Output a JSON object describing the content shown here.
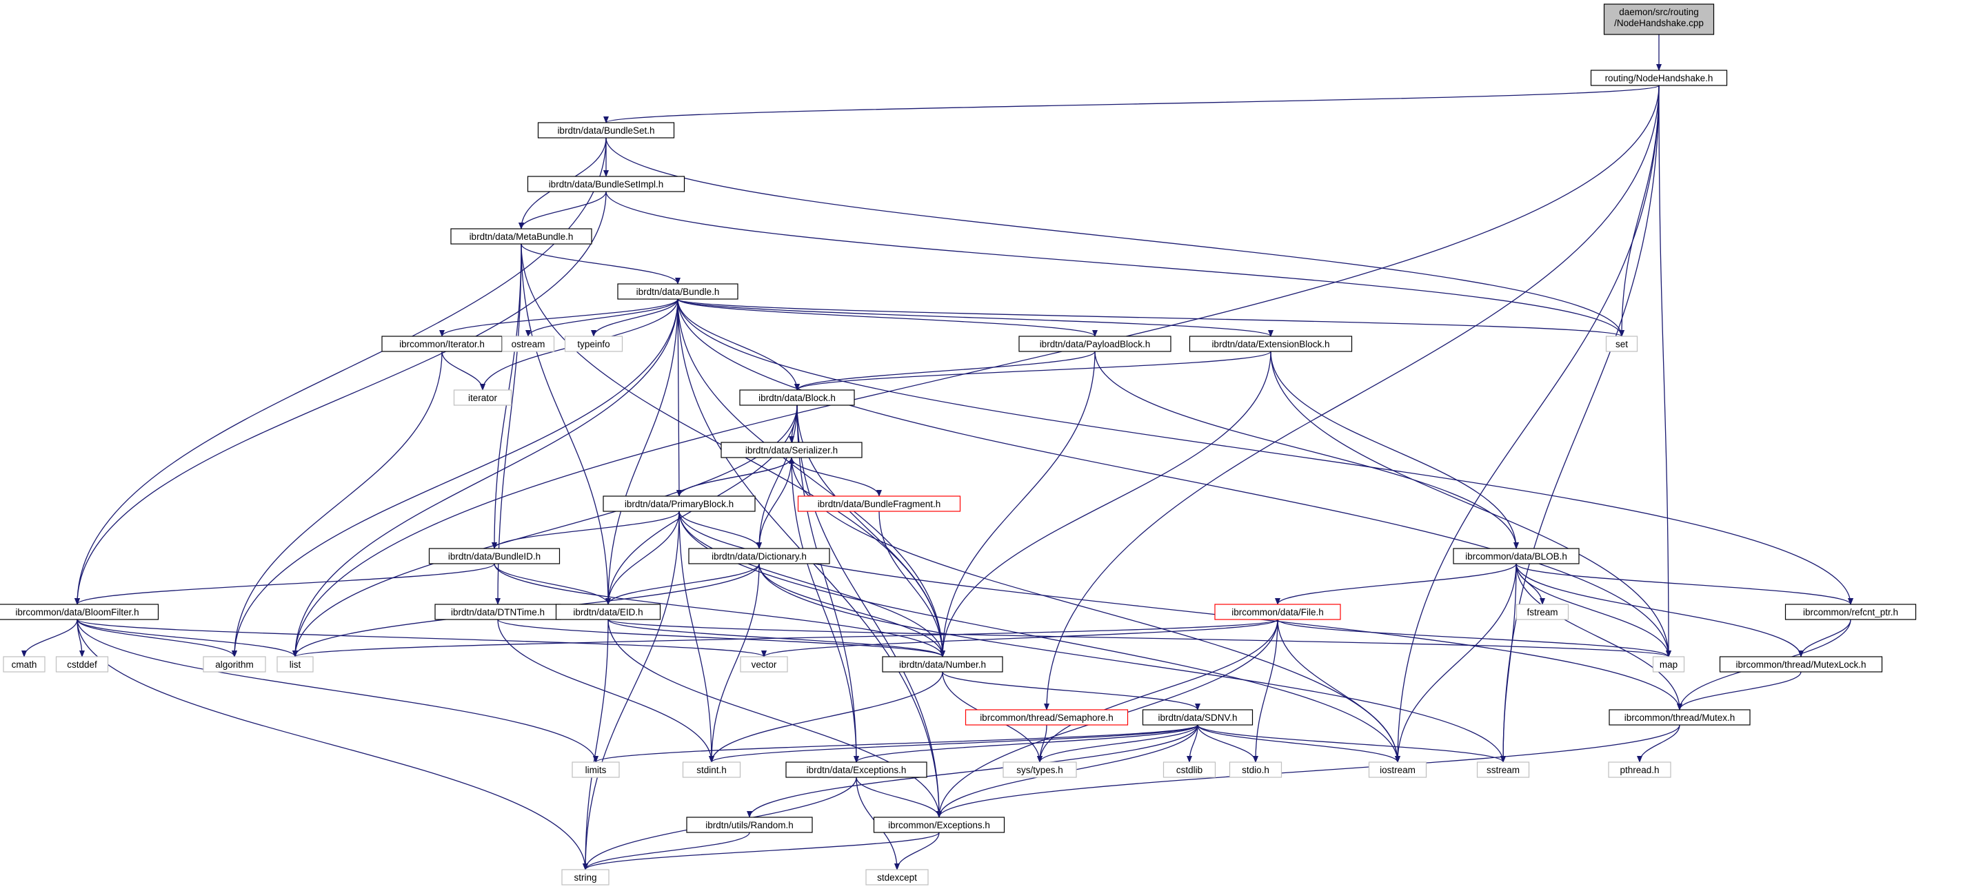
{
  "colors": {
    "edge": "#191970",
    "box_border": "#000000",
    "box_fill": "#ffffff",
    "root_fill": "#bfbfbf",
    "truncated_border": "#ff0000",
    "system_border": "#bfbfbf"
  },
  "nodes": [
    {
      "id": "root",
      "label": "daemon/src/routing\n/NodeHandshake.cpp",
      "kind": "root"
    },
    {
      "id": "nh",
      "label": "routing/NodeHandshake.h",
      "kind": "header"
    },
    {
      "id": "bundleset",
      "label": "ibrdtn/data/BundleSet.h",
      "kind": "header"
    },
    {
      "id": "bundlesetimpl",
      "label": "ibrdtn/data/BundleSetImpl.h",
      "kind": "header"
    },
    {
      "id": "metabundle",
      "label": "ibrdtn/data/MetaBundle.h",
      "kind": "header"
    },
    {
      "id": "bundle",
      "label": "ibrdtn/data/Bundle.h",
      "kind": "header"
    },
    {
      "id": "iteratorh",
      "label": "ibrcommon/Iterator.h",
      "kind": "header"
    },
    {
      "id": "ostream",
      "label": "ostream",
      "kind": "system"
    },
    {
      "id": "typeinfo",
      "label": "typeinfo",
      "kind": "system"
    },
    {
      "id": "payload",
      "label": "ibrdtn/data/PayloadBlock.h",
      "kind": "header"
    },
    {
      "id": "extblock",
      "label": "ibrdtn/data/ExtensionBlock.h",
      "kind": "header"
    },
    {
      "id": "set",
      "label": "set",
      "kind": "system"
    },
    {
      "id": "iterator",
      "label": "iterator",
      "kind": "system"
    },
    {
      "id": "block",
      "label": "ibrdtn/data/Block.h",
      "kind": "header"
    },
    {
      "id": "serializer",
      "label": "ibrdtn/data/Serializer.h",
      "kind": "header"
    },
    {
      "id": "primary",
      "label": "ibrdtn/data/PrimaryBlock.h",
      "kind": "header"
    },
    {
      "id": "fragment",
      "label": "ibrdtn/data/BundleFragment.h",
      "kind": "truncated"
    },
    {
      "id": "bundleid",
      "label": "ibrdtn/data/BundleID.h",
      "kind": "header"
    },
    {
      "id": "dictionary",
      "label": "ibrdtn/data/Dictionary.h",
      "kind": "header"
    },
    {
      "id": "blob",
      "label": "ibrcommon/data/BLOB.h",
      "kind": "header"
    },
    {
      "id": "bloom",
      "label": "ibrcommon/data/BloomFilter.h",
      "kind": "header"
    },
    {
      "id": "dtntime",
      "label": "ibrdtn/data/DTNTime.h",
      "kind": "header"
    },
    {
      "id": "eid",
      "label": "ibrdtn/data/EID.h",
      "kind": "header"
    },
    {
      "id": "file",
      "label": "ibrcommon/data/File.h",
      "kind": "truncated"
    },
    {
      "id": "fstream",
      "label": "fstream",
      "kind": "system"
    },
    {
      "id": "refcnt",
      "label": "ibrcommon/refcnt_ptr.h",
      "kind": "header"
    },
    {
      "id": "cmath",
      "label": "cmath",
      "kind": "system"
    },
    {
      "id": "cstddef",
      "label": "cstddef",
      "kind": "system"
    },
    {
      "id": "algorithm",
      "label": "algorithm",
      "kind": "system"
    },
    {
      "id": "list",
      "label": "list",
      "kind": "system"
    },
    {
      "id": "vector",
      "label": "vector",
      "kind": "system"
    },
    {
      "id": "number",
      "label": "ibrdtn/data/Number.h",
      "kind": "header"
    },
    {
      "id": "map",
      "label": "map",
      "kind": "system"
    },
    {
      "id": "mutexlock",
      "label": "ibrcommon/thread/MutexLock.h",
      "kind": "header"
    },
    {
      "id": "semaphore",
      "label": "ibrcommon/thread/Semaphore.h",
      "kind": "truncated"
    },
    {
      "id": "sdnv",
      "label": "ibrdtn/data/SDNV.h",
      "kind": "header"
    },
    {
      "id": "mutex",
      "label": "ibrcommon/thread/Mutex.h",
      "kind": "header"
    },
    {
      "id": "limits",
      "label": "limits",
      "kind": "system"
    },
    {
      "id": "stdint",
      "label": "stdint.h",
      "kind": "system"
    },
    {
      "id": "exceptionsd",
      "label": "ibrdtn/data/Exceptions.h",
      "kind": "header"
    },
    {
      "id": "systypes",
      "label": "sys/types.h",
      "kind": "system"
    },
    {
      "id": "cstdlib",
      "label": "cstdlib",
      "kind": "system"
    },
    {
      "id": "stdio",
      "label": "stdio.h",
      "kind": "system"
    },
    {
      "id": "iostream",
      "label": "iostream",
      "kind": "system"
    },
    {
      "id": "sstream",
      "label": "sstream",
      "kind": "system"
    },
    {
      "id": "pthread",
      "label": "pthread.h",
      "kind": "system"
    },
    {
      "id": "random",
      "label": "ibrdtn/utils/Random.h",
      "kind": "header"
    },
    {
      "id": "exceptionsc",
      "label": "ibrcommon/Exceptions.h",
      "kind": "header"
    },
    {
      "id": "string",
      "label": "string",
      "kind": "system"
    },
    {
      "id": "stdexcept",
      "label": "stdexcept",
      "kind": "system"
    }
  ],
  "edges": [
    [
      "root",
      "nh"
    ],
    [
      "nh",
      "bundleset"
    ],
    [
      "nh",
      "list"
    ],
    [
      "nh",
      "set"
    ],
    [
      "nh",
      "map"
    ],
    [
      "nh",
      "semaphore"
    ],
    [
      "nh",
      "iostream"
    ],
    [
      "nh",
      "sstream"
    ],
    [
      "bundleset",
      "bundlesetimpl"
    ],
    [
      "bundleset",
      "metabundle"
    ],
    [
      "bundleset",
      "bloom"
    ],
    [
      "bundleset",
      "set"
    ],
    [
      "bundlesetimpl",
      "metabundle"
    ],
    [
      "bundlesetimpl",
      "bloom"
    ],
    [
      "bundlesetimpl",
      "set"
    ],
    [
      "metabundle",
      "bundle"
    ],
    [
      "metabundle",
      "bundleid"
    ],
    [
      "metabundle",
      "dtntime"
    ],
    [
      "metabundle",
      "eid"
    ],
    [
      "metabundle",
      "number"
    ],
    [
      "bundle",
      "iteratorh"
    ],
    [
      "bundle",
      "ostream"
    ],
    [
      "bundle",
      "typeinfo"
    ],
    [
      "bundle",
      "payload"
    ],
    [
      "bundle",
      "extblock"
    ],
    [
      "bundle",
      "set"
    ],
    [
      "bundle",
      "iterator"
    ],
    [
      "bundle",
      "block"
    ],
    [
      "bundle",
      "primary"
    ],
    [
      "bundle",
      "eid"
    ],
    [
      "bundle",
      "algorithm"
    ],
    [
      "bundle",
      "list"
    ],
    [
      "bundle",
      "map"
    ],
    [
      "bundle",
      "number"
    ],
    [
      "bundle",
      "refcnt"
    ],
    [
      "bundle",
      "exceptionsc"
    ],
    [
      "iteratorh",
      "iterator"
    ],
    [
      "iteratorh",
      "algorithm"
    ],
    [
      "payload",
      "block"
    ],
    [
      "payload",
      "blob"
    ],
    [
      "payload",
      "number"
    ],
    [
      "extblock",
      "block"
    ],
    [
      "extblock",
      "blob"
    ],
    [
      "extblock",
      "map"
    ],
    [
      "extblock",
      "number"
    ],
    [
      "block",
      "serializer"
    ],
    [
      "block",
      "dictionary"
    ],
    [
      "block",
      "eid"
    ],
    [
      "block",
      "list"
    ],
    [
      "block",
      "number"
    ],
    [
      "block",
      "exceptionsd"
    ],
    [
      "block",
      "exceptionsc"
    ],
    [
      "serializer",
      "primary"
    ],
    [
      "serializer",
      "fragment"
    ],
    [
      "serializer",
      "dictionary"
    ],
    [
      "serializer",
      "exceptionsd"
    ],
    [
      "serializer",
      "iostream"
    ],
    [
      "primary",
      "serializer"
    ],
    [
      "primary",
      "bundleid"
    ],
    [
      "primary",
      "dictionary"
    ],
    [
      "primary",
      "eid"
    ],
    [
      "primary",
      "number"
    ],
    [
      "primary",
      "stdint"
    ],
    [
      "primary",
      "string"
    ],
    [
      "primary",
      "iostream"
    ],
    [
      "primary",
      "mutex"
    ],
    [
      "fragment",
      "number"
    ],
    [
      "bundleid",
      "eid"
    ],
    [
      "bundleid",
      "number"
    ],
    [
      "bundleid",
      "bloom"
    ],
    [
      "dictionary",
      "eid"
    ],
    [
      "dictionary",
      "number"
    ],
    [
      "dictionary",
      "list"
    ],
    [
      "dictionary",
      "stdint"
    ],
    [
      "dictionary",
      "sstream"
    ],
    [
      "blob",
      "file"
    ],
    [
      "blob",
      "fstream"
    ],
    [
      "blob",
      "refcnt"
    ],
    [
      "blob",
      "mutexlock"
    ],
    [
      "blob",
      "mutex"
    ],
    [
      "blob",
      "map"
    ],
    [
      "blob",
      "iostream"
    ],
    [
      "blob",
      "sstream"
    ],
    [
      "bloom",
      "cmath"
    ],
    [
      "bloom",
      "cstddef"
    ],
    [
      "bloom",
      "algorithm"
    ],
    [
      "bloom",
      "list"
    ],
    [
      "bloom",
      "vector"
    ],
    [
      "bloom",
      "limits"
    ],
    [
      "bloom",
      "string"
    ],
    [
      "dtntime",
      "number"
    ],
    [
      "dtntime",
      "stdint"
    ],
    [
      "eid",
      "number"
    ],
    [
      "eid",
      "map"
    ],
    [
      "eid",
      "string"
    ],
    [
      "eid",
      "exceptionsc"
    ],
    [
      "file",
      "list"
    ],
    [
      "file",
      "vector"
    ],
    [
      "file",
      "map"
    ],
    [
      "file",
      "systypes"
    ],
    [
      "file",
      "stdio"
    ],
    [
      "file",
      "iostream"
    ],
    [
      "file",
      "exceptionsc"
    ],
    [
      "refcnt",
      "mutexlock"
    ],
    [
      "refcnt",
      "mutex"
    ],
    [
      "mutexlock",
      "mutex"
    ],
    [
      "number",
      "sdnv"
    ],
    [
      "number",
      "stdint"
    ],
    [
      "number",
      "systypes"
    ],
    [
      "semaphore",
      "systypes"
    ],
    [
      "sdnv",
      "limits"
    ],
    [
      "sdnv",
      "stdint"
    ],
    [
      "sdnv",
      "exceptionsd"
    ],
    [
      "sdnv",
      "systypes"
    ],
    [
      "sdnv",
      "cstdlib"
    ],
    [
      "sdnv",
      "stdio"
    ],
    [
      "sdnv",
      "iostream"
    ],
    [
      "sdnv",
      "sstream"
    ],
    [
      "sdnv",
      "random"
    ],
    [
      "sdnv",
      "exceptionsc"
    ],
    [
      "mutex",
      "pthread"
    ],
    [
      "mutex",
      "exceptionsc"
    ],
    [
      "exceptionsd",
      "exceptionsc"
    ],
    [
      "exceptionsd",
      "string"
    ],
    [
      "exceptionsd",
      "stdexcept"
    ],
    [
      "random",
      "string"
    ],
    [
      "exceptionsc",
      "string"
    ],
    [
      "exceptionsc",
      "stdexcept"
    ]
  ]
}
